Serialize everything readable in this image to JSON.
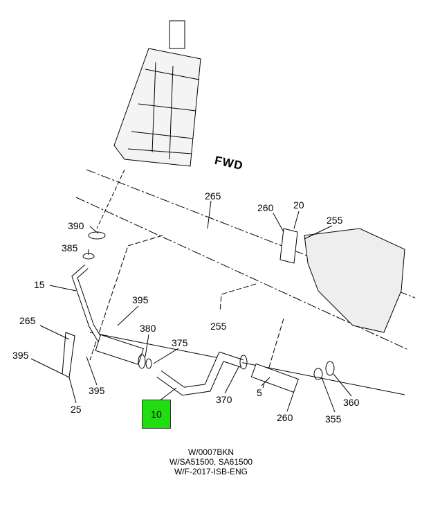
{
  "callouts": {
    "c265a": "265",
    "c260a": "260",
    "c20": "20",
    "c255a": "255",
    "c390": "390",
    "c385": "385",
    "c15": "15",
    "c395a": "395",
    "c380": "380",
    "c375": "375",
    "c265b": "265",
    "c395b": "395",
    "c395c": "395",
    "c25": "25",
    "c255b": "255",
    "c370": "370",
    "c5": "5",
    "c260b": "260",
    "c355": "355",
    "c360": "360"
  },
  "highlighted_part": "10",
  "highlight_color": "#22dd11",
  "direction_marker": "FWD",
  "notes": [
    "W/0007BKN",
    "W/SA51500, SA61500",
    "W/F-2017-ISB-ENG"
  ]
}
